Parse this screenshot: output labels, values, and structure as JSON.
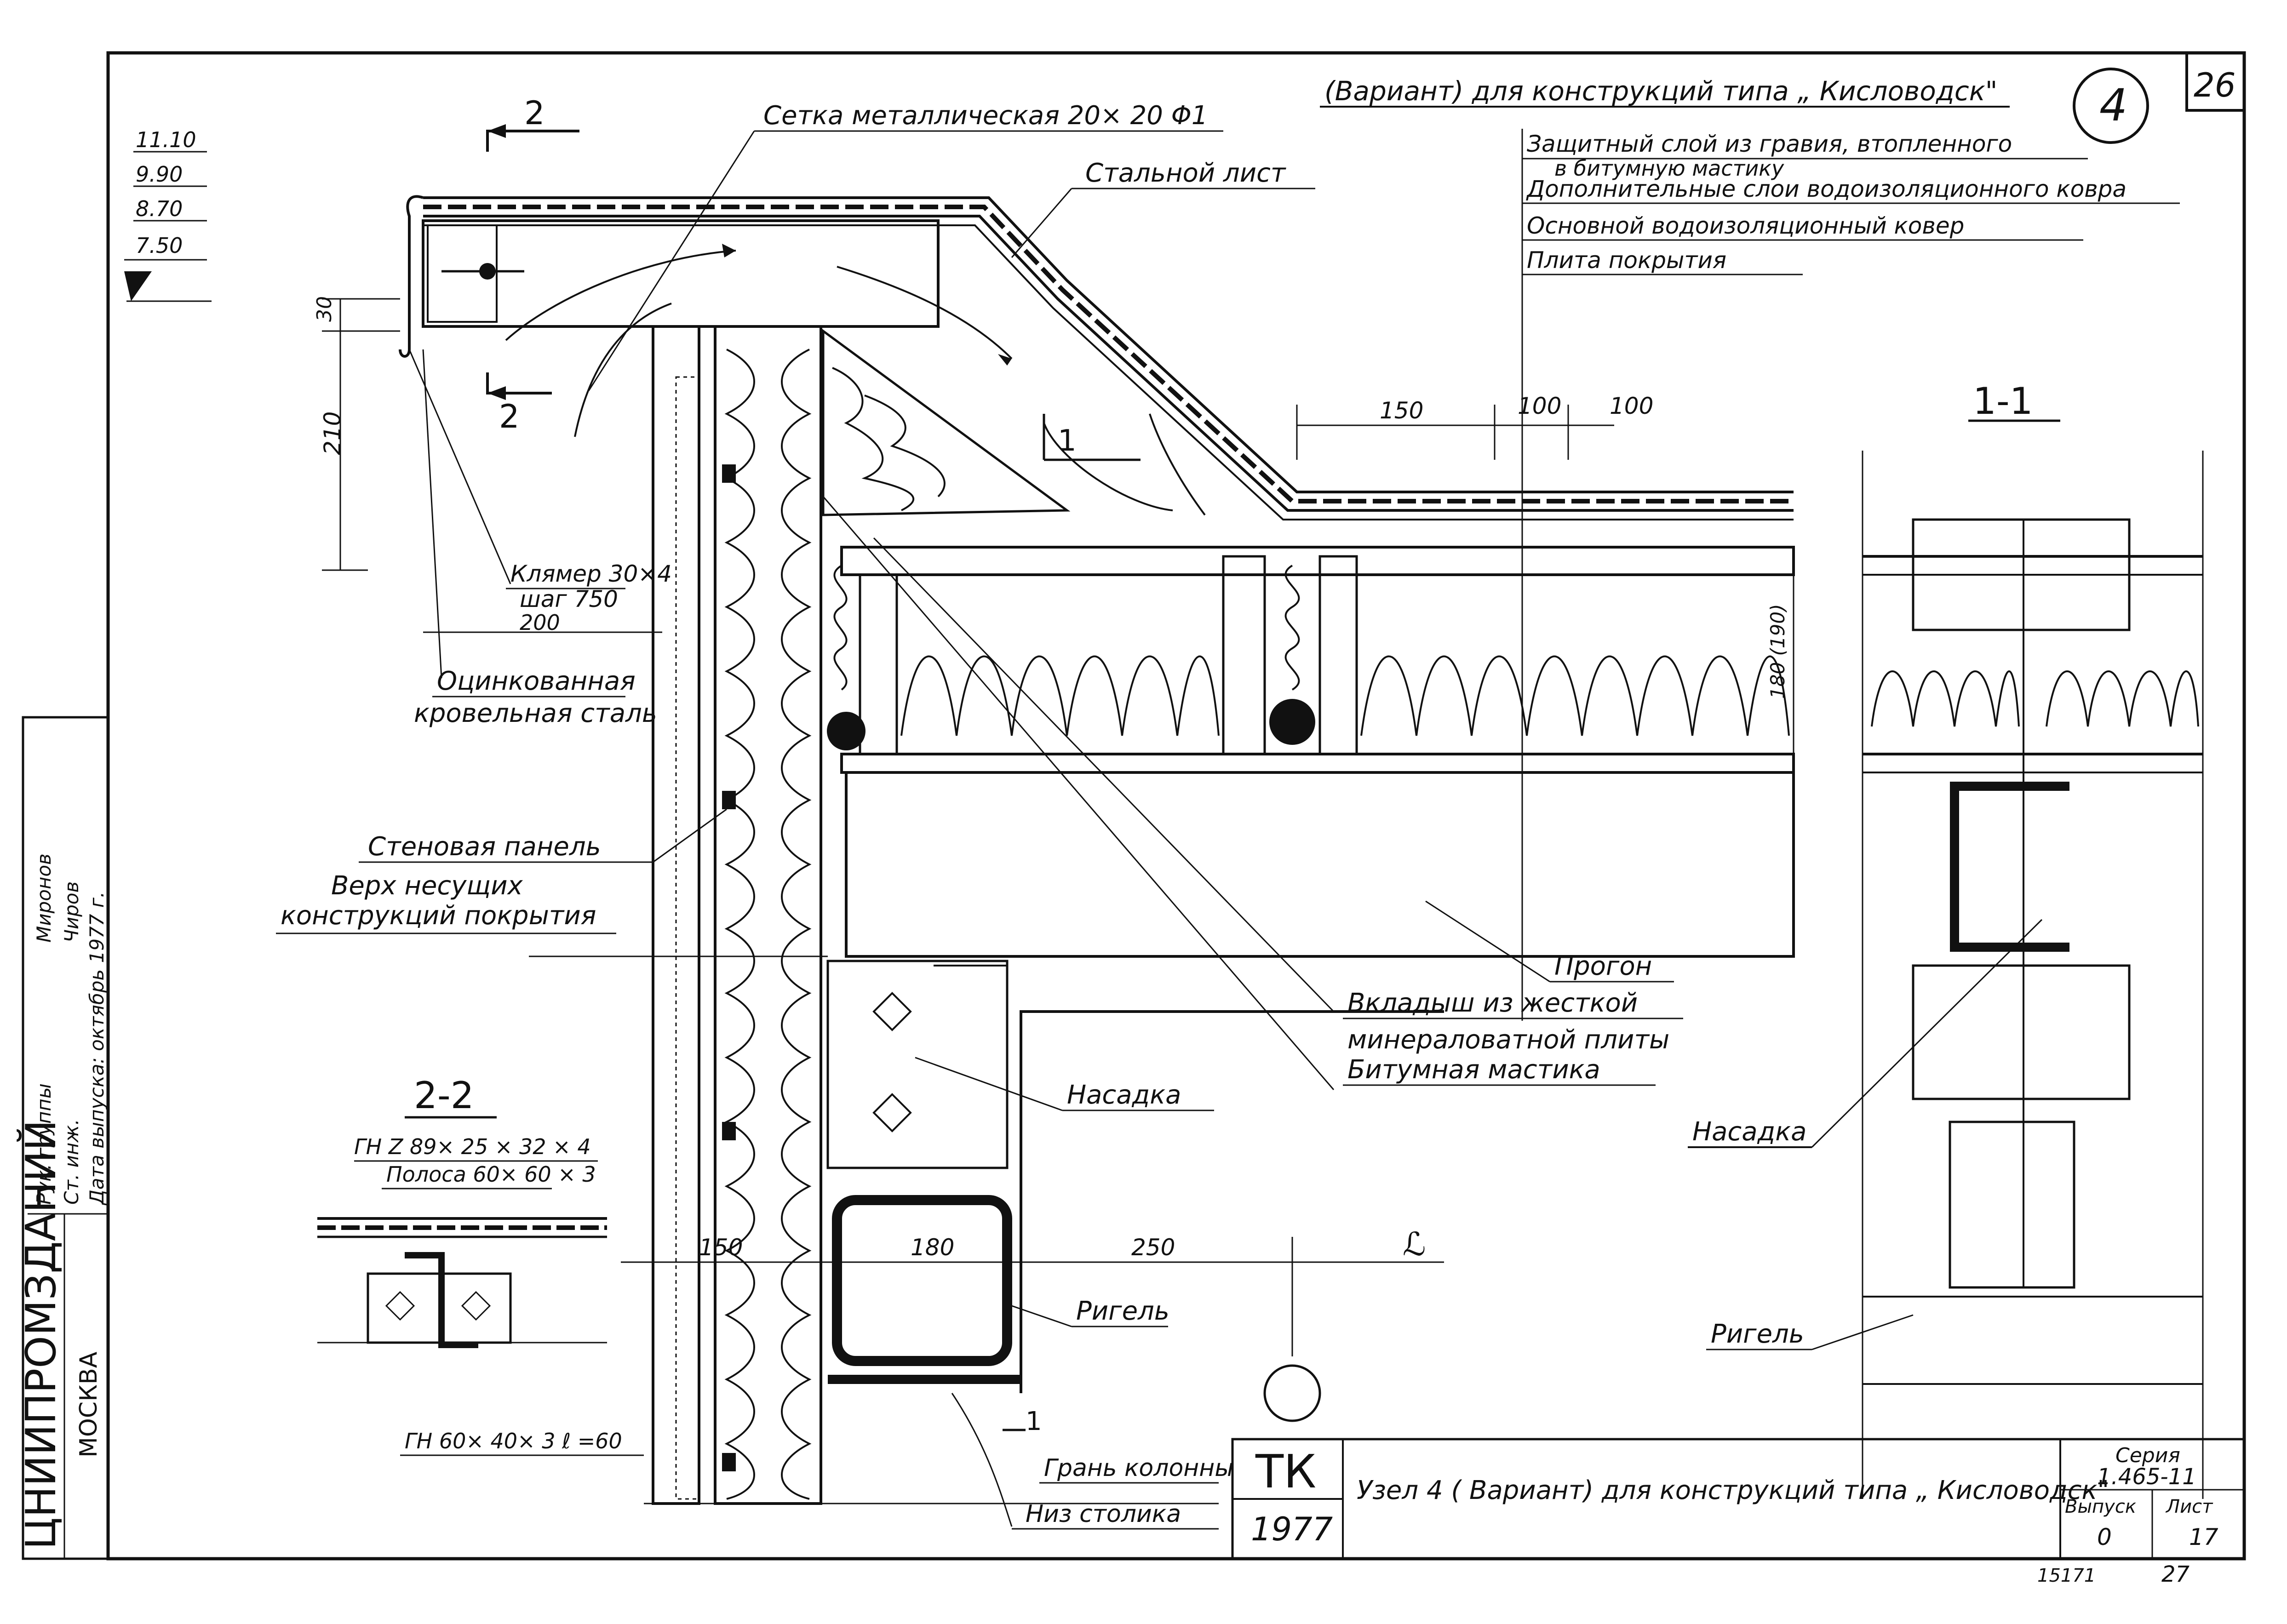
{
  "header": {
    "title": "(Вариант) для конструкций типа „ Кисловодск\"",
    "node_number": "4",
    "page_number": "26"
  },
  "levels": [
    "11.10",
    "9.90",
    "8.70",
    "7.50"
  ],
  "layers": [
    "Защитный слой из гравия, втопленного",
    "в битумную мастику",
    "Дополнительные слои водоизоляционного ковра",
    "Основной водоизоляционный ковер",
    "Плита покрытия"
  ],
  "labels": {
    "mesh": "Сетка металлическая 20× 20 Φ1",
    "steel_sheet": "Стальной лист",
    "clamp_1": "Клямер 30×4",
    "clamp_2": "шаг 750",
    "dim_200": "200",
    "galv_1": "Оцинкованная",
    "galv_2": "кровельная сталь",
    "wall_panel": "Стеновая панель",
    "top_1": "Верх несущих",
    "top_2": "конструкций покрытия",
    "purlin": "Прогон",
    "insert_1": "Вкладыш из жесткой",
    "insert_2": "минераловатной плиты",
    "bitumen": "Битумная мастика",
    "cap": "Насадка",
    "cap_2": "Насадка",
    "girder": "Ригель",
    "girder_2": "Ригель",
    "col_face": "Грань колонны",
    "col_bottom": "Низ столика"
  },
  "dims": {
    "d30": "30",
    "d210": "210",
    "d150a": "150",
    "d100a": "100",
    "d100b": "100",
    "d180v": "180 (190)",
    "d150b": "150",
    "d180": "180",
    "d250": "250",
    "dL": "ℒ"
  },
  "sections": {
    "s22_title": "2-2",
    "s22_l1": "ГН Z 89× 25 × 32 × 4",
    "s22_l2": "Полоса 60× 60 × 3",
    "s22_l3": "ГН 60× 40× 3 ℓ =60",
    "s11_title": "1-1",
    "cut2": "2",
    "cut1": "1"
  },
  "stamp": {
    "org": "ЦНИИПРОМЗДАНИЙ",
    "city": "МОСКВА",
    "row1_role": "Рук. группы",
    "row1_name": "Миронов",
    "row2_role": "Ст. инж.",
    "row2_name": "Чиров",
    "row3": "Дата выпуска: октябрь 1977 г."
  },
  "title_block": {
    "tk": "ТК",
    "year": "1977",
    "title": "Узел 4 ( Вариант) для конструкций типа „ Кисловодск\"",
    "series_label": "Серия",
    "series": "1.465-11",
    "issue_label": "Выпуск",
    "issue": "0",
    "sheet_label": "Лист",
    "sheet": "17"
  },
  "footer": {
    "code": "15171",
    "page": "27"
  }
}
